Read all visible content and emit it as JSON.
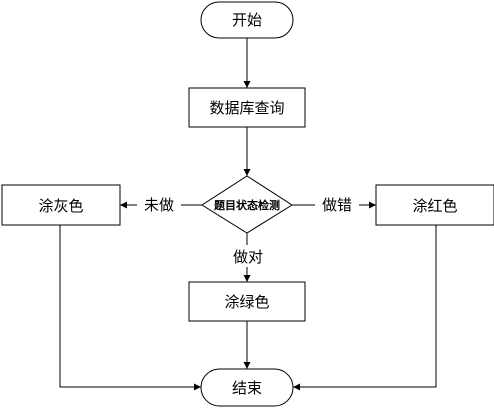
{
  "nodes": {
    "start": "开始",
    "query": "数据库查询",
    "check": "题目状态检测",
    "gray": "涂灰色",
    "red": "涂红色",
    "green": "涂绿色",
    "end": "结束"
  },
  "edges": {
    "not_done": "未做",
    "wrong": "做错",
    "right": "做对"
  }
}
